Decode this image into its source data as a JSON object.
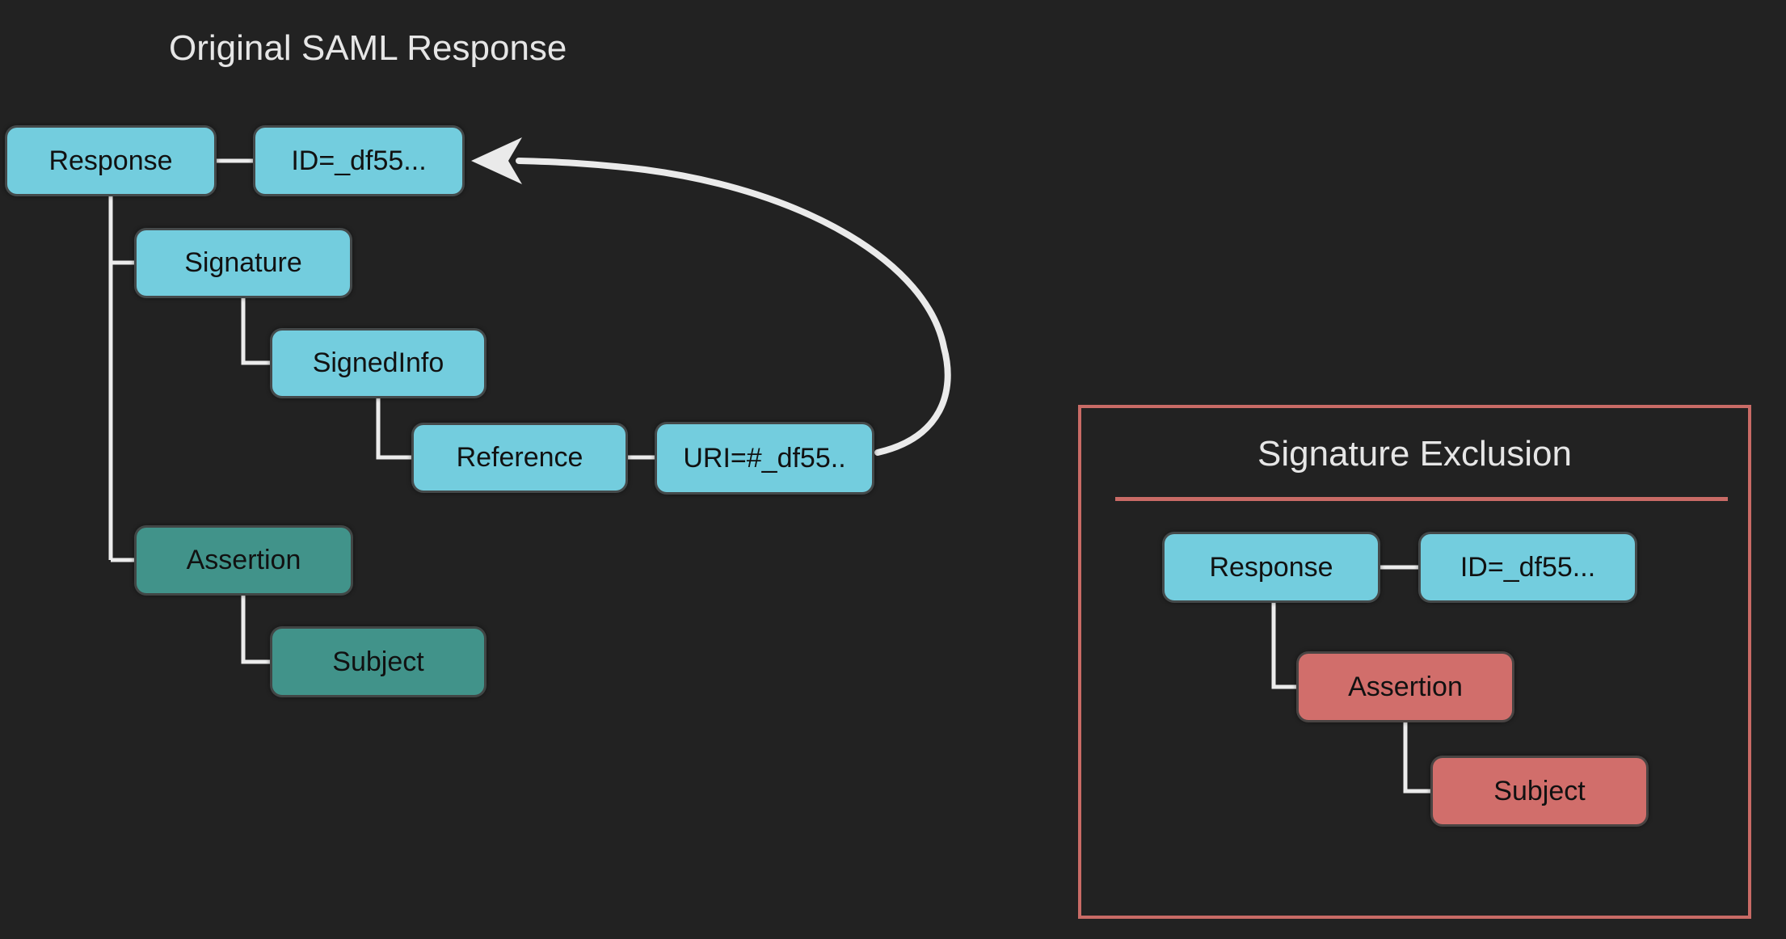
{
  "page": {
    "background": "#222222"
  },
  "colors": {
    "attribute_node_fill": "#73CDDE",
    "kept_node_fill": "#41938A",
    "excluded_node_fill": "#D16E6B",
    "panel_border": "#C96B66",
    "connector": "#ECECEC",
    "node_text": "#111111",
    "title_text": "#E6E6E6"
  },
  "left_diagram": {
    "title": "Original SAML Response",
    "nodes": {
      "response": "Response",
      "id_attribute": "ID=_df55...",
      "signature": "Signature",
      "signed_info": "SignedInfo",
      "reference": "Reference",
      "uri_attribute": "URI=#_df55..",
      "assertion": "Assertion",
      "subject": "Subject"
    }
  },
  "right_panel": {
    "title": "Signature Exclusion",
    "nodes": {
      "response": "Response",
      "id_attribute": "ID=_df55...",
      "assertion": "Assertion",
      "subject": "Subject"
    }
  }
}
